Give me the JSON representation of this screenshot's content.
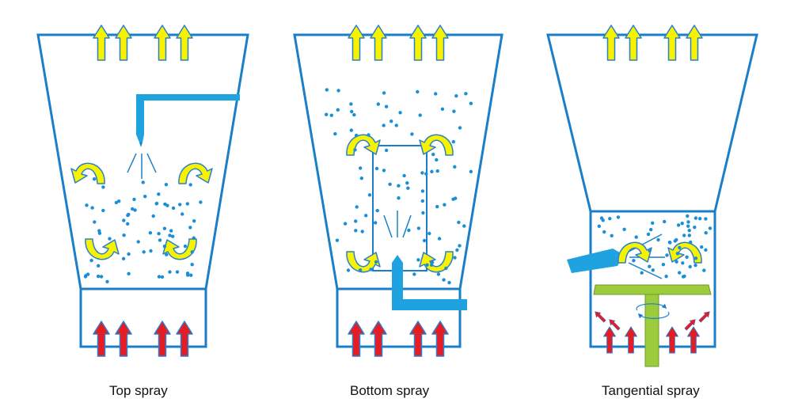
{
  "captions": {
    "top_spray": "Top spray",
    "bottom_spray": "Bottom spray",
    "tangential_spray": "Tangential spray"
  },
  "colors": {
    "chamber_outline": "#1a7fc8",
    "nozzle": "#1fa3e0",
    "particles": "#1a8fd6",
    "exhaust_arrow_fill": "#f6f200",
    "exhaust_arrow_outline": "#2a7fd0",
    "inlet_arrow_fill": "#e51c24",
    "inlet_arrow_outline": "#2a7fd0",
    "rotor": "#9ccb3b",
    "rotor_outline": "#6e9b2b"
  },
  "icons": {
    "exhaust": "up-arrow-icon",
    "inlet_air": "up-arrow-icon",
    "circulation": "curved-arrow-icon",
    "rotation": "rotation-icon"
  }
}
